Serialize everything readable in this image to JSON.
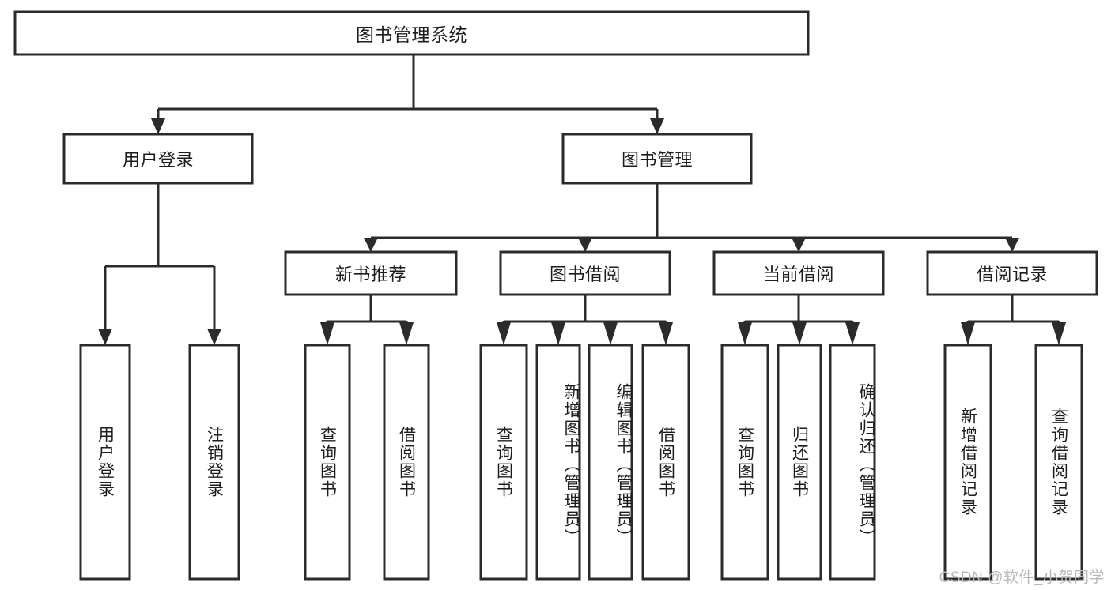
{
  "diagram": {
    "type": "hierarchy-tree",
    "title": "图书管理系统",
    "watermark": "CSDN @软件_小贺同学",
    "colors": {
      "stroke": "#2b2b2b",
      "box_fill": "#ffffff",
      "background": "#ffffff",
      "text": "#1d1d1d",
      "watermark": "#b9b9b9"
    },
    "levels": {
      "root_label": "图书管理系统",
      "level2": [
        {
          "label": "用户登录"
        },
        {
          "label": "图书管理"
        }
      ],
      "level3": [
        {
          "label": "新书推荐"
        },
        {
          "label": "图书借阅"
        },
        {
          "label": "当前借阅"
        },
        {
          "label": "借阅记录"
        }
      ]
    },
    "nodes": {
      "root": "图书管理系统",
      "user_login": "用户登录",
      "book_manage": "图书管理",
      "new_book_rec": "新书推荐",
      "book_borrow": "图书借阅",
      "current_borrow": "当前借阅",
      "borrow_record": "借阅记录",
      "leaf_user_login": "用户登录",
      "leaf_logout": "注销登录",
      "leaf_query_book_a": "查询图书",
      "leaf_borrow_book_a": "借阅图书",
      "leaf_query_book_b": "查询图书",
      "leaf_add_book": "新增图书（管理员）",
      "leaf_edit_book": "编辑图书（管理员）",
      "leaf_borrow_book_b": "借阅图书",
      "leaf_query_book_c": "查询图书",
      "leaf_return_book": "归还图书",
      "leaf_confirm_return": "确认归还（管理员）",
      "leaf_add_record": "新增借阅记录",
      "leaf_query_record": "查询借阅记录"
    }
  }
}
